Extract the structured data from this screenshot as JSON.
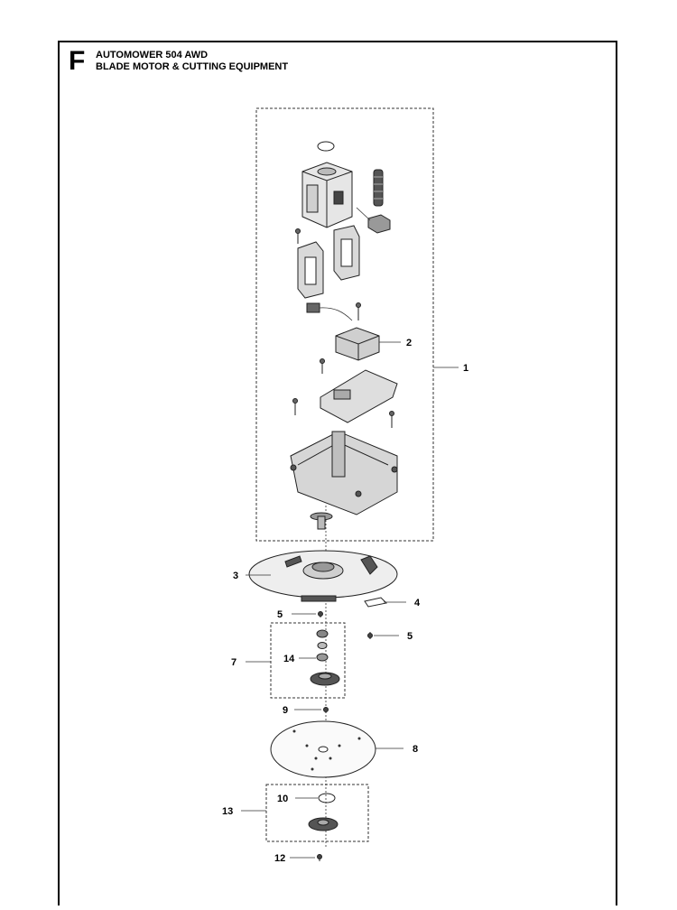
{
  "header": {
    "section_letter": "F",
    "model": "AUTOMOWER 504 AWD",
    "subtitle": "BLADE MOTOR & CUTTING EQUIPMENT"
  },
  "callouts": {
    "c1": "1",
    "c2": "2",
    "c3": "3",
    "c4": "4",
    "c5a": "5",
    "c5b": "5",
    "c7": "7",
    "c14": "14",
    "c9": "9",
    "c8": "8",
    "c10": "10",
    "c13": "13",
    "c12": "12"
  }
}
